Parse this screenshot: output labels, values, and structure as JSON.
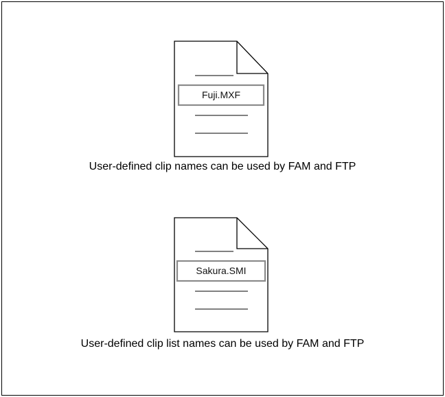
{
  "files": [
    {
      "filename": "Fuji.MXF",
      "caption": "User-defined clip names can be used by FAM and FTP"
    },
    {
      "filename": "Sakura.SMI",
      "caption": "User-defined clip list names can be used by FAM and FTP"
    }
  ]
}
